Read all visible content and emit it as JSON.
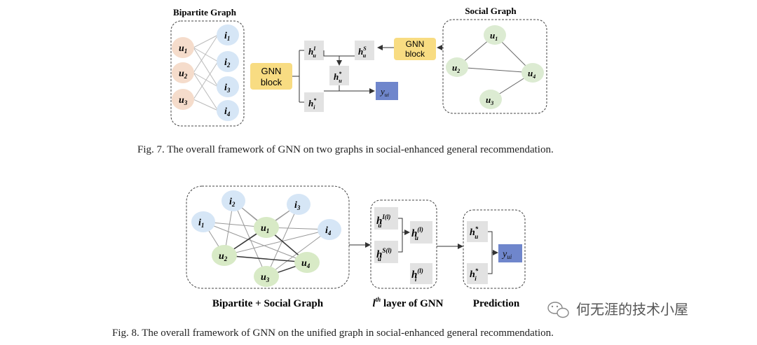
{
  "fig7": {
    "bipartite_title": "Bipartite Graph",
    "social_title": "Social Graph",
    "users": [
      "u",
      "u",
      "u"
    ],
    "user_subs": [
      "1",
      "2",
      "3"
    ],
    "items": [
      "i",
      "i",
      "i",
      "i"
    ],
    "item_subs": [
      "1",
      "2",
      "3",
      "4"
    ],
    "social_nodes": [
      {
        "label": "u",
        "sub": "1"
      },
      {
        "label": "u",
        "sub": "2"
      },
      {
        "label": "u",
        "sub": "4"
      },
      {
        "label": "u",
        "sub": "3"
      }
    ],
    "gnn_block_left": [
      "GNN",
      "block"
    ],
    "gnn_block_right": [
      "GNN",
      "block"
    ],
    "h_u_I": {
      "base": "h",
      "sub": "u",
      "sup": "I"
    },
    "h_u_S": {
      "base": "h",
      "sub": "u",
      "sup": "S"
    },
    "h_u_star": {
      "base": "h",
      "sub": "u",
      "sup": "*"
    },
    "h_i_star": {
      "base": "h",
      "sub": "i",
      "sup": "*"
    },
    "y_ui": {
      "base": "y",
      "sub": "ui"
    },
    "caption": "Fig. 7.  The overall framework of GNN on two graphs in social-enhanced general recommendation."
  },
  "fig8": {
    "unified_title": "Bipartite + Social Graph",
    "layer_title_base": "l",
    "layer_title_sup": "th",
    "layer_title_rest": " layer of GNN",
    "prediction_title": "Prediction",
    "nodes": [
      {
        "label": "i",
        "sub": "1"
      },
      {
        "label": "i",
        "sub": "2"
      },
      {
        "label": "u",
        "sub": "1"
      },
      {
        "label": "i",
        "sub": "3"
      },
      {
        "label": "i",
        "sub": "4"
      },
      {
        "label": "u",
        "sub": "2"
      },
      {
        "label": "u",
        "sub": "4"
      },
      {
        "label": "u",
        "sub": "3"
      }
    ],
    "h_u_I_l": {
      "base": "h",
      "sub": "u",
      "sup": "I(l)"
    },
    "h_u_S_l": {
      "base": "h",
      "sub": "u",
      "sup": "S(l)"
    },
    "h_u_l": {
      "base": "h",
      "sub": "u",
      "sup": "(l)"
    },
    "h_i_l": {
      "base": "h",
      "sub": "i",
      "sup": "(l)"
    },
    "h_u_star": {
      "base": "h",
      "sub": "u",
      "sup": "*"
    },
    "h_i_star": {
      "base": "h",
      "sub": "i",
      "sup": "*"
    },
    "y_ui": {
      "base": "y",
      "sub": "ui"
    },
    "caption": "Fig. 8.  The overall framework of GNN on the unified graph in social-enhanced general recommendation."
  },
  "watermark": {
    "text": "何无涯的技术小屋",
    "icon": "wechat-icon"
  },
  "colors": {
    "user_node": "#f5dccb",
    "item_node": "#d6e6f6",
    "social_node": "#dcebd2",
    "unified_user": "#d8eac6",
    "gnn_block": "#f8dc82",
    "h_box": "#e2e2e2",
    "y_box": "#6f86cc"
  }
}
